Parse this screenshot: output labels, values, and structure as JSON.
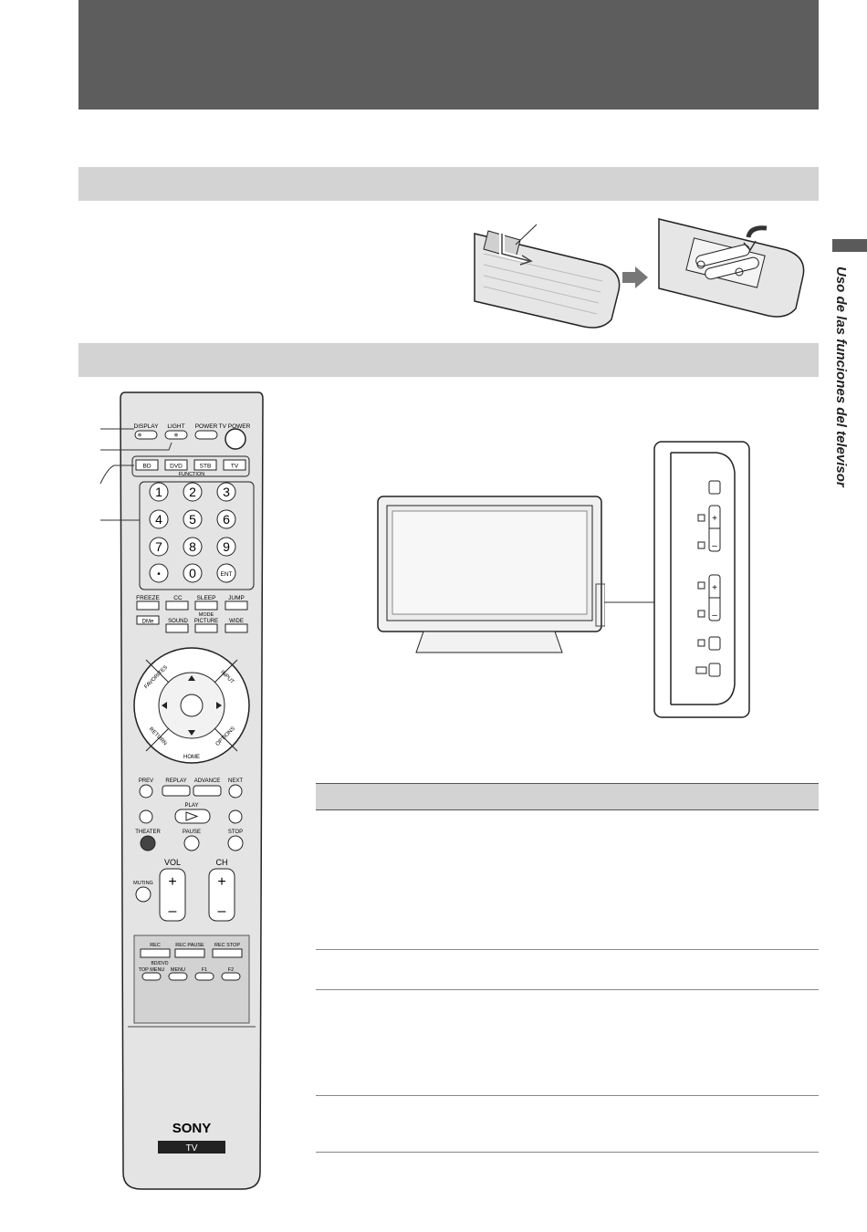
{
  "side_tab": {
    "label": "Uso de las funciones del televisor"
  },
  "remote": {
    "row1": [
      "DISPLAY",
      "LIGHT",
      "POWER",
      "TV POWER"
    ],
    "function_row": [
      "BD",
      "DVD",
      "STB",
      "TV"
    ],
    "function_label": "FUNCTION",
    "digits": [
      "1",
      "2",
      "3",
      "4",
      "5",
      "6",
      "7",
      "8",
      "9",
      "•",
      "0",
      "ENT"
    ],
    "row_freeze": [
      "FREEZE",
      "CC",
      "SLEEP",
      "JUMP"
    ],
    "mode_label": "MODE",
    "row_mode": [
      "DMe",
      "SOUND",
      "PICTURE",
      "WIDE"
    ],
    "dpad": {
      "favorites": "FAVORITES",
      "input": "INPUT",
      "return": "RETURN",
      "options": "OPTIONS",
      "home": "HOME"
    },
    "transport1": [
      "PREV",
      "REPLAY",
      "ADVANCE",
      "NEXT"
    ],
    "play": "PLAY",
    "transport2": [
      "THEATER",
      "PAUSE",
      "STOP"
    ],
    "vol": "VOL",
    "ch": "CH",
    "muting": "MUTING",
    "rec_row": [
      "REC",
      "REC PAUSE",
      "REC STOP"
    ],
    "bddvd": "BD/DVD",
    "menu_row": [
      "TOP MENU",
      "MENU",
      "F1",
      "F2"
    ],
    "brand": "SONY",
    "tv_badge": "TV"
  }
}
